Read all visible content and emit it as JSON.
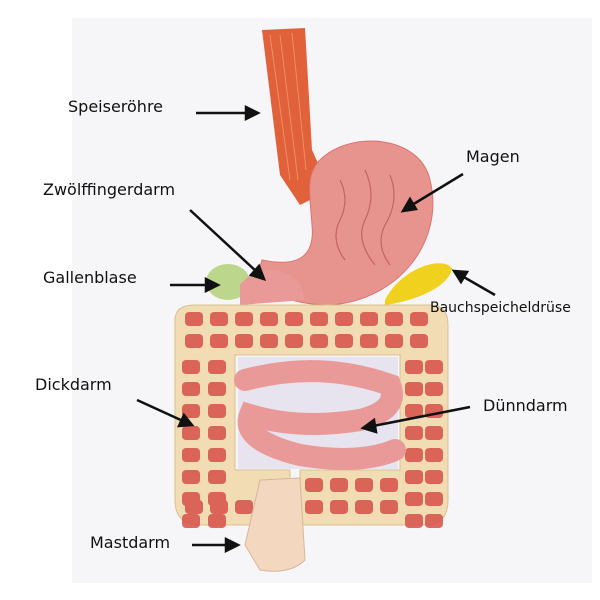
{
  "labels": {
    "esophagus": "Speiseröhre",
    "stomach": "Magen",
    "duodenum": "Zwölffingerdarm",
    "gallbladder": "Gallenblase",
    "pancreas": "Bauchspeicheldrüse",
    "colon": "Dickdarm",
    "small_intestine": "Dünndarm",
    "rectum": "Mastdarm"
  },
  "colors": {
    "esophagus": "#e0613a",
    "stomach": "#e8948e",
    "colon": "#f1dcb4",
    "colon_pattern": "#d8504a",
    "small_intestine": "#e99a98",
    "pancreas": "#f0d21e",
    "gallbladder": "#b9d48a"
  }
}
